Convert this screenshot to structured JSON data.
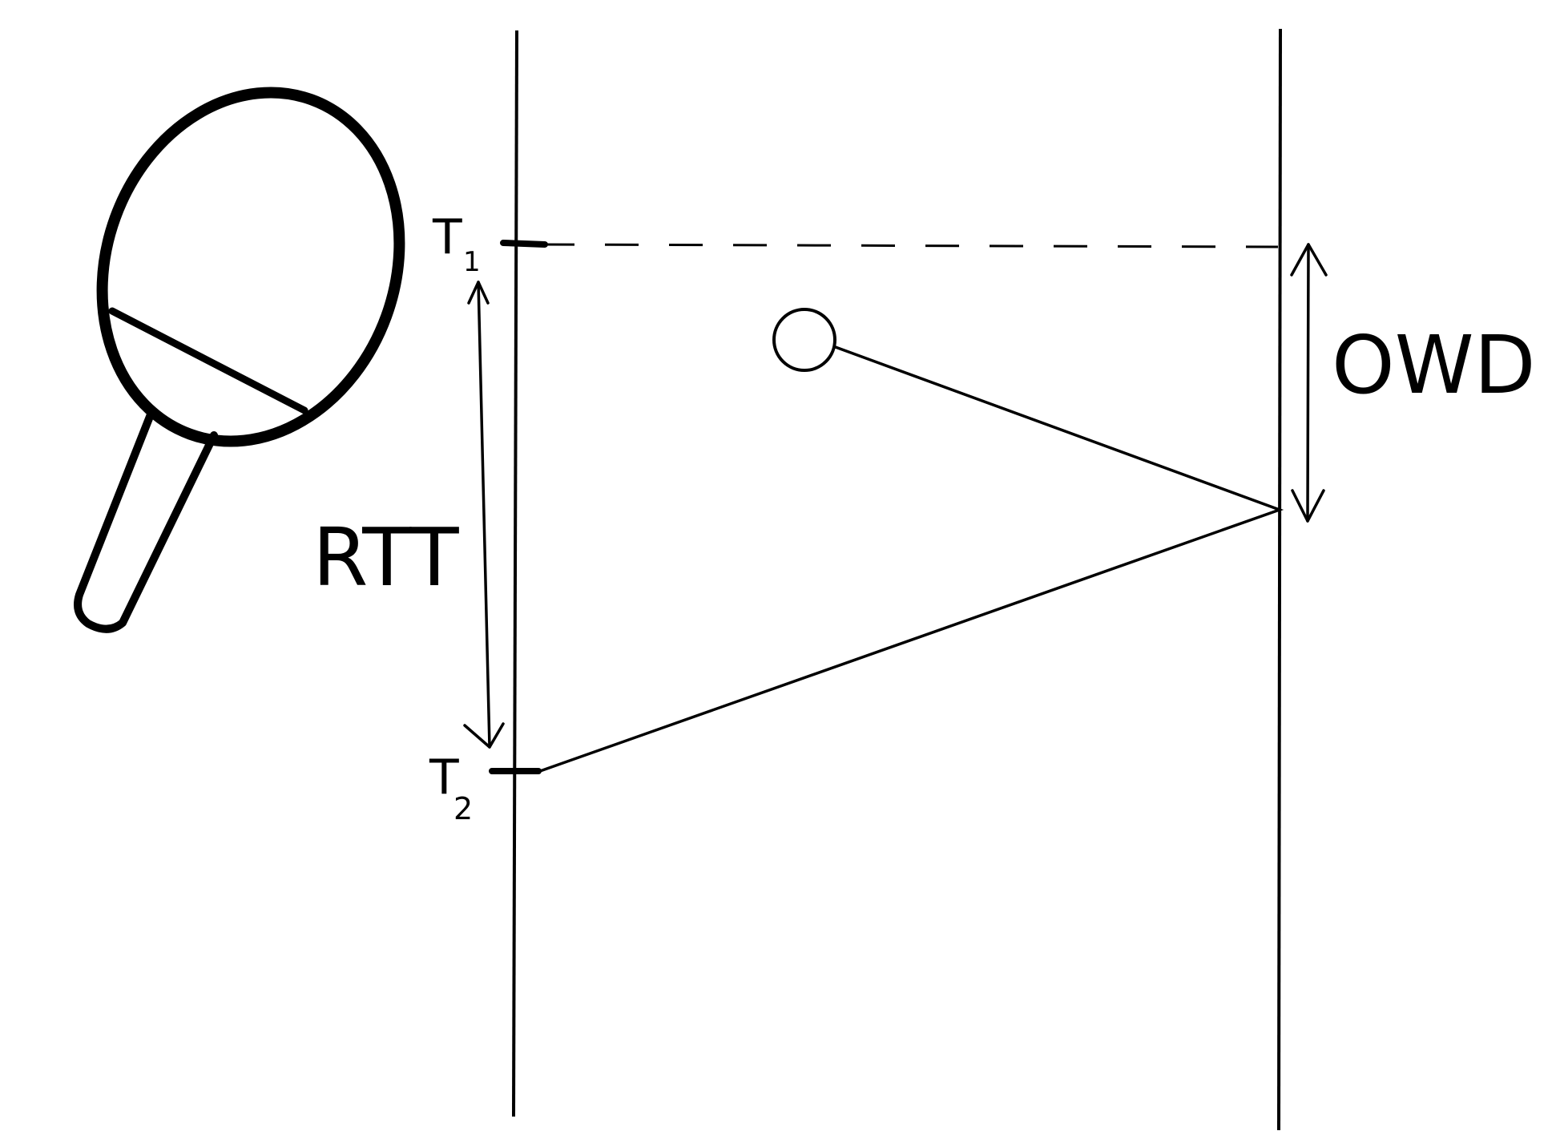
{
  "labels": {
    "t1": "T",
    "t1_sub": "1",
    "t2": "T",
    "t2_sub": "2",
    "rtt": "RTT",
    "owd": "OWD"
  },
  "icons": {
    "paddle": "ping-pong-paddle-icon",
    "ball": "ball-icon"
  },
  "colors": {
    "ink": "#000000",
    "background": "#ffffff"
  }
}
